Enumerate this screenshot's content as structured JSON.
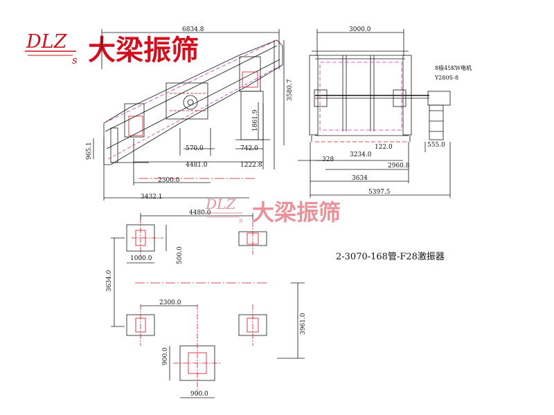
{
  "watermark": {
    "letters": "DLZ",
    "sub": "s",
    "name": "大梁振筛",
    "color": "#d0101e"
  },
  "title": "2-3070-168管-F28激振器",
  "side_view": {
    "overall_length": "6834.8",
    "d1": "965.1",
    "d2": "570.0",
    "d3": "742.0",
    "d4": "4481.0",
    "d5": "1222.8",
    "d6": "2300.0",
    "d7": "3432.1",
    "d8": "1861.9",
    "d9": "3580.7"
  },
  "end_view": {
    "top_width": "3000.0",
    "motor_label_1": "8极45KW电机",
    "motor_label_2": "Y280S-8",
    "d1": "122.0",
    "d2": "3234.0",
    "d3": "328",
    "d4": "2960.8",
    "d5": "3634",
    "d6": "5397.5",
    "d7": "555.0"
  },
  "foundation_plan": {
    "top_span": "4480.0",
    "pad_w": "1000.0",
    "pad_h": "500.0",
    "side_span": "3634.0",
    "mid_span": "2300.0",
    "right_span": "3961.0",
    "small_pad_v": "900.0",
    "small_pad_h": "900.0"
  },
  "colors": {
    "line": "#111111",
    "accent": "#d0101e",
    "magenta": "#cc33aa"
  }
}
